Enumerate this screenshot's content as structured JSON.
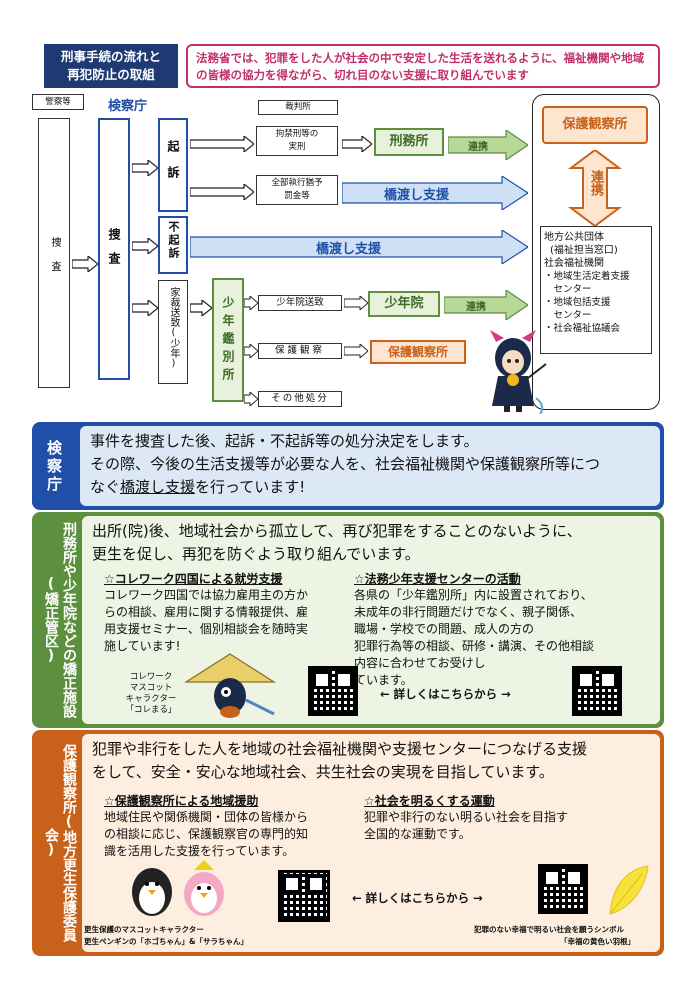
{
  "header": {
    "title_line1": "刑事手続の流れと",
    "title_line2": "再犯防止の取組",
    "message": "法務省では、犯罪をした人が社会の中で安定した生活を送れるように、福祉機関や地域の皆様の協力を得ながら、切れ目のない支援に取り組んでいます"
  },
  "flow": {
    "police": "警察等",
    "prosecutors": "検察庁",
    "court": "裁判所",
    "investigation": "捜査",
    "investigation2": "捜査",
    "indict": "起訴",
    "non_indict": "不起訴",
    "family_court": "家裁送致(少年)",
    "imprisonment": "拘禁刑等の\n実刑",
    "suspended": "全部執行猶予\n罰金等",
    "prison": "刑務所",
    "link1": "連携",
    "link2": "連携",
    "bridge1": "橋渡し支援",
    "bridge2": "橋渡し支援",
    "classification": "少年鑑別所",
    "juv_send": "少年院送致",
    "probation_obs": "保護観察",
    "other": "その他処分",
    "juvenile_training": "少年院",
    "probation_office_small": "保護観察所",
    "probation_office": "保護観察所",
    "renkei_big": "連携",
    "local_gov": "地方公共団体",
    "local_gov_sub": "(福祉担当窓口)",
    "welfare": "社会福祉機関",
    "welfare_items": [
      "・地域生活定着支援",
      "　センター",
      "・地域包括支援",
      "　センター",
      "・社会福祉協議会"
    ]
  },
  "section1": {
    "tag": "検察庁",
    "text1": "事件を捜査した後、起訴・不起訴等の処分決定をします。",
    "text2": "その際、今後の生活支援等が必要な人を、社会福祉機関や保護観察所等につ",
    "text3_pre": "なぐ",
    "text3_ul": "橋渡し支援",
    "text3_post": "を行っています!"
  },
  "section2": {
    "tag": "刑務所や少年院などの矯正施設(矯正管区)",
    "text1": "出所(院)後、地域社会から孤立して、再び犯罪をすることのないように、",
    "text2": "更生を促し、再犯を防ぐよう取り組んでいます。",
    "left_h": "☆コレワーク四国による就労支援",
    "left_lines": [
      "コレワーク四国では協力雇用主の方か",
      "らの相談、雇用に関する情報提供、雇",
      "用支援セミナー、個別相談会を随時実",
      "施しています!"
    ],
    "right_h": "☆法務少年支援センターの活動",
    "right_lines": [
      "各県の「少年鑑別所」内に設置されており、",
      "未成年の非行問題だけでなく、親子関係、",
      "職場・学校での問題、成人の方の",
      "犯罪行為等の相談、研修・講演、その他相談",
      "内容に合わせてお受けし",
      "ています。"
    ],
    "mascot_lines": [
      "コレワーク",
      "マスコット",
      "キャラクター",
      "「コレまる」"
    ],
    "more": "← 詳しくはこちらから →"
  },
  "section3": {
    "tag": "保護観察所(地方更生保護委員会)",
    "text1": "犯罪や非行をした人を地域の社会福祉機関や支援センターにつなげる支援",
    "text2": "をして、安全・安心な地域社会、共生社会の実現を目指しています。",
    "left_h": "☆保護観察所による地域援助",
    "left_lines": [
      "地域住民や関係機関・団体の皆様から",
      "の相談に応じ、保護観察官の専門的知",
      "識を活用した支援を行っています。"
    ],
    "right_h": "☆社会を明るくする運動",
    "right_lines": [
      "犯罪や非行のない明るい社会を目指す",
      "全国的な運動です。"
    ],
    "more": "← 詳しくはこちらから →",
    "mascot_caption1": "更生保護のマスコットキャラクター",
    "mascot_caption2": "更生ペンギンの「ホゴちゃん」&「サラちゃん」",
    "feather_caption1": "犯罪のない幸福で明るい社会を願うシンボル",
    "feather_caption2": "「幸福の黄色い羽根」"
  },
  "colors": {
    "navy": "#1f3a73",
    "blue": "#1f4fa8",
    "green": "#5c8f3e",
    "orange": "#c8621a",
    "pink": "#c0306b"
  }
}
